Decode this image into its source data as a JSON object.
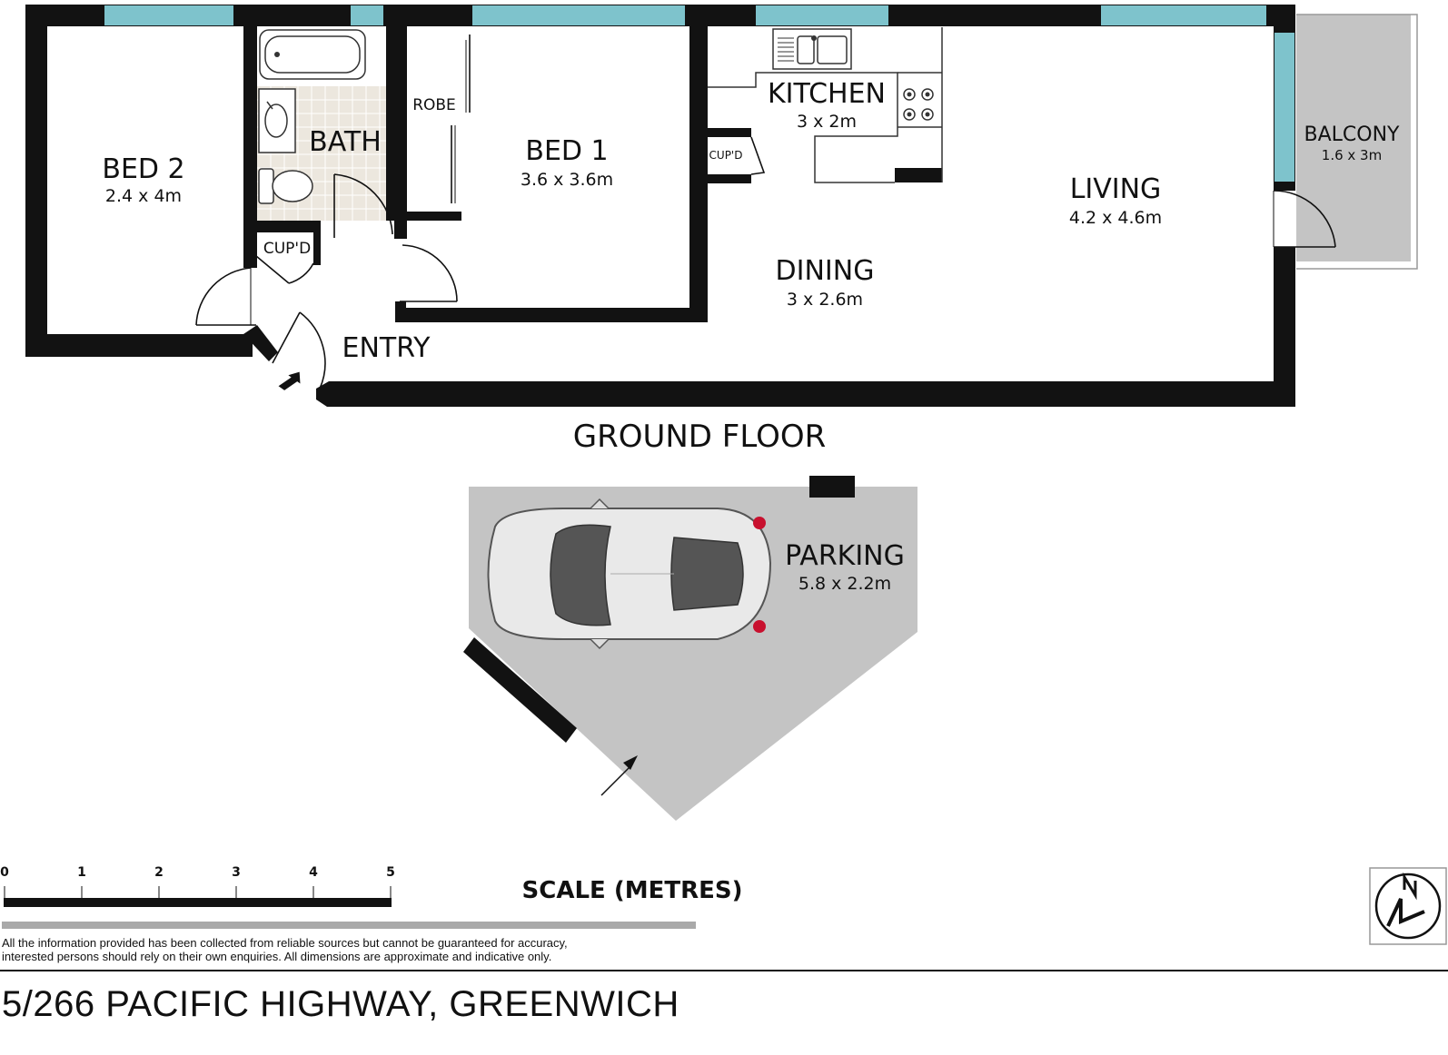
{
  "floor_title": "GROUND FLOOR",
  "rooms": {
    "bed2": {
      "name": "BED 2",
      "dims": "2.4 x 4m"
    },
    "bath": {
      "name": "BATH"
    },
    "robe": {
      "name": "ROBE"
    },
    "bed1": {
      "name": "BED 1",
      "dims": "3.6 x 3.6m"
    },
    "kitchen": {
      "name": "KITCHEN",
      "dims": "3 x 2m"
    },
    "cupd_small": {
      "name": "CUP'D"
    },
    "cupd_entry": {
      "name": "CUP'D"
    },
    "living": {
      "name": "LIVING",
      "dims": "4.2 x 4.6m"
    },
    "dining": {
      "name": "DINING",
      "dims": "3 x 2.6m"
    },
    "balcony": {
      "name": "BALCONY",
      "dims": "1.6 x 3m"
    },
    "entry": {
      "name": "ENTRY"
    },
    "parking": {
      "name": "PARKING",
      "dims": "5.8 x 2.2m"
    }
  },
  "scale": {
    "title": "SCALE (METRES)",
    "ticks": [
      "0",
      "1",
      "2",
      "3",
      "4",
      "5"
    ]
  },
  "disclaimer": {
    "line1": "All the information provided has been collected from reliable sources but cannot be guaranteed for accuracy,",
    "line2": "interested persons should rely on their own enquiries. All dimensions are approximate and indicative only."
  },
  "address": "5/266 PACIFIC HIGHWAY, GREENWICH",
  "compass": {
    "letter": "N",
    "icon": "north-arrow-icon"
  },
  "colors": {
    "wall": "#121212",
    "window": "#7ec3cc",
    "balcony": "#c4c4c4",
    "parking": "#c4c4c4",
    "tile": "#ece7de"
  }
}
